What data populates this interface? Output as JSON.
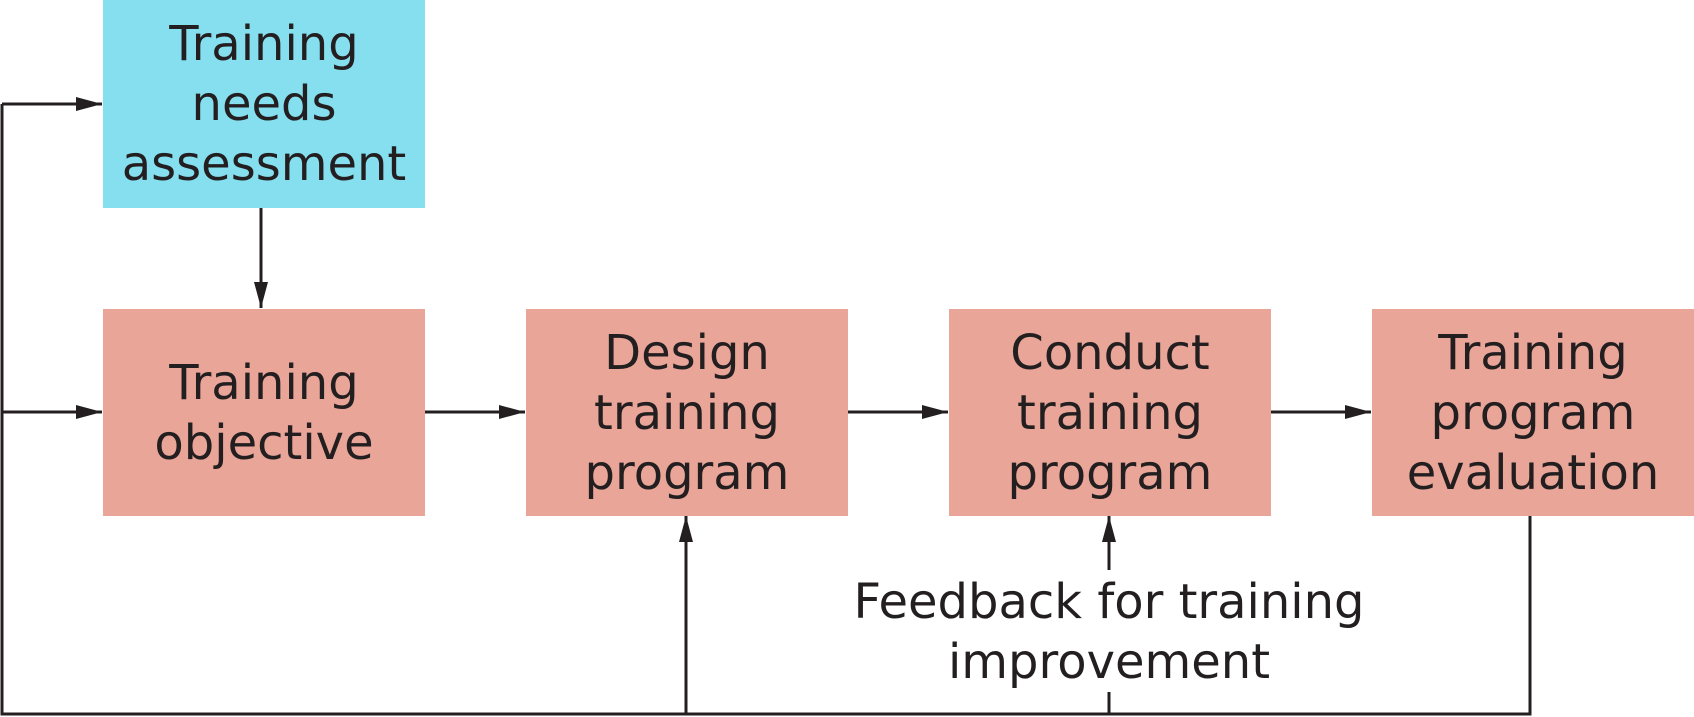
{
  "diagram": {
    "boxes": {
      "needs_assessment": {
        "lines": [
          "Training",
          "needs",
          "assessment"
        ],
        "color": "#85dfef"
      },
      "objective": {
        "lines": [
          "Training",
          "objective"
        ],
        "color": "#e8a598"
      },
      "design": {
        "lines": [
          "Design",
          "training",
          "program"
        ],
        "color": "#e8a598"
      },
      "conduct": {
        "lines": [
          "Conduct",
          "training",
          "program"
        ],
        "color": "#e8a598"
      },
      "evaluation": {
        "lines": [
          "Training",
          "program",
          "evaluation"
        ],
        "color": "#e8a598"
      }
    },
    "feedback_label": {
      "lines": [
        "Feedback for training",
        "improvement"
      ]
    },
    "arrow_color": "#231f20"
  }
}
